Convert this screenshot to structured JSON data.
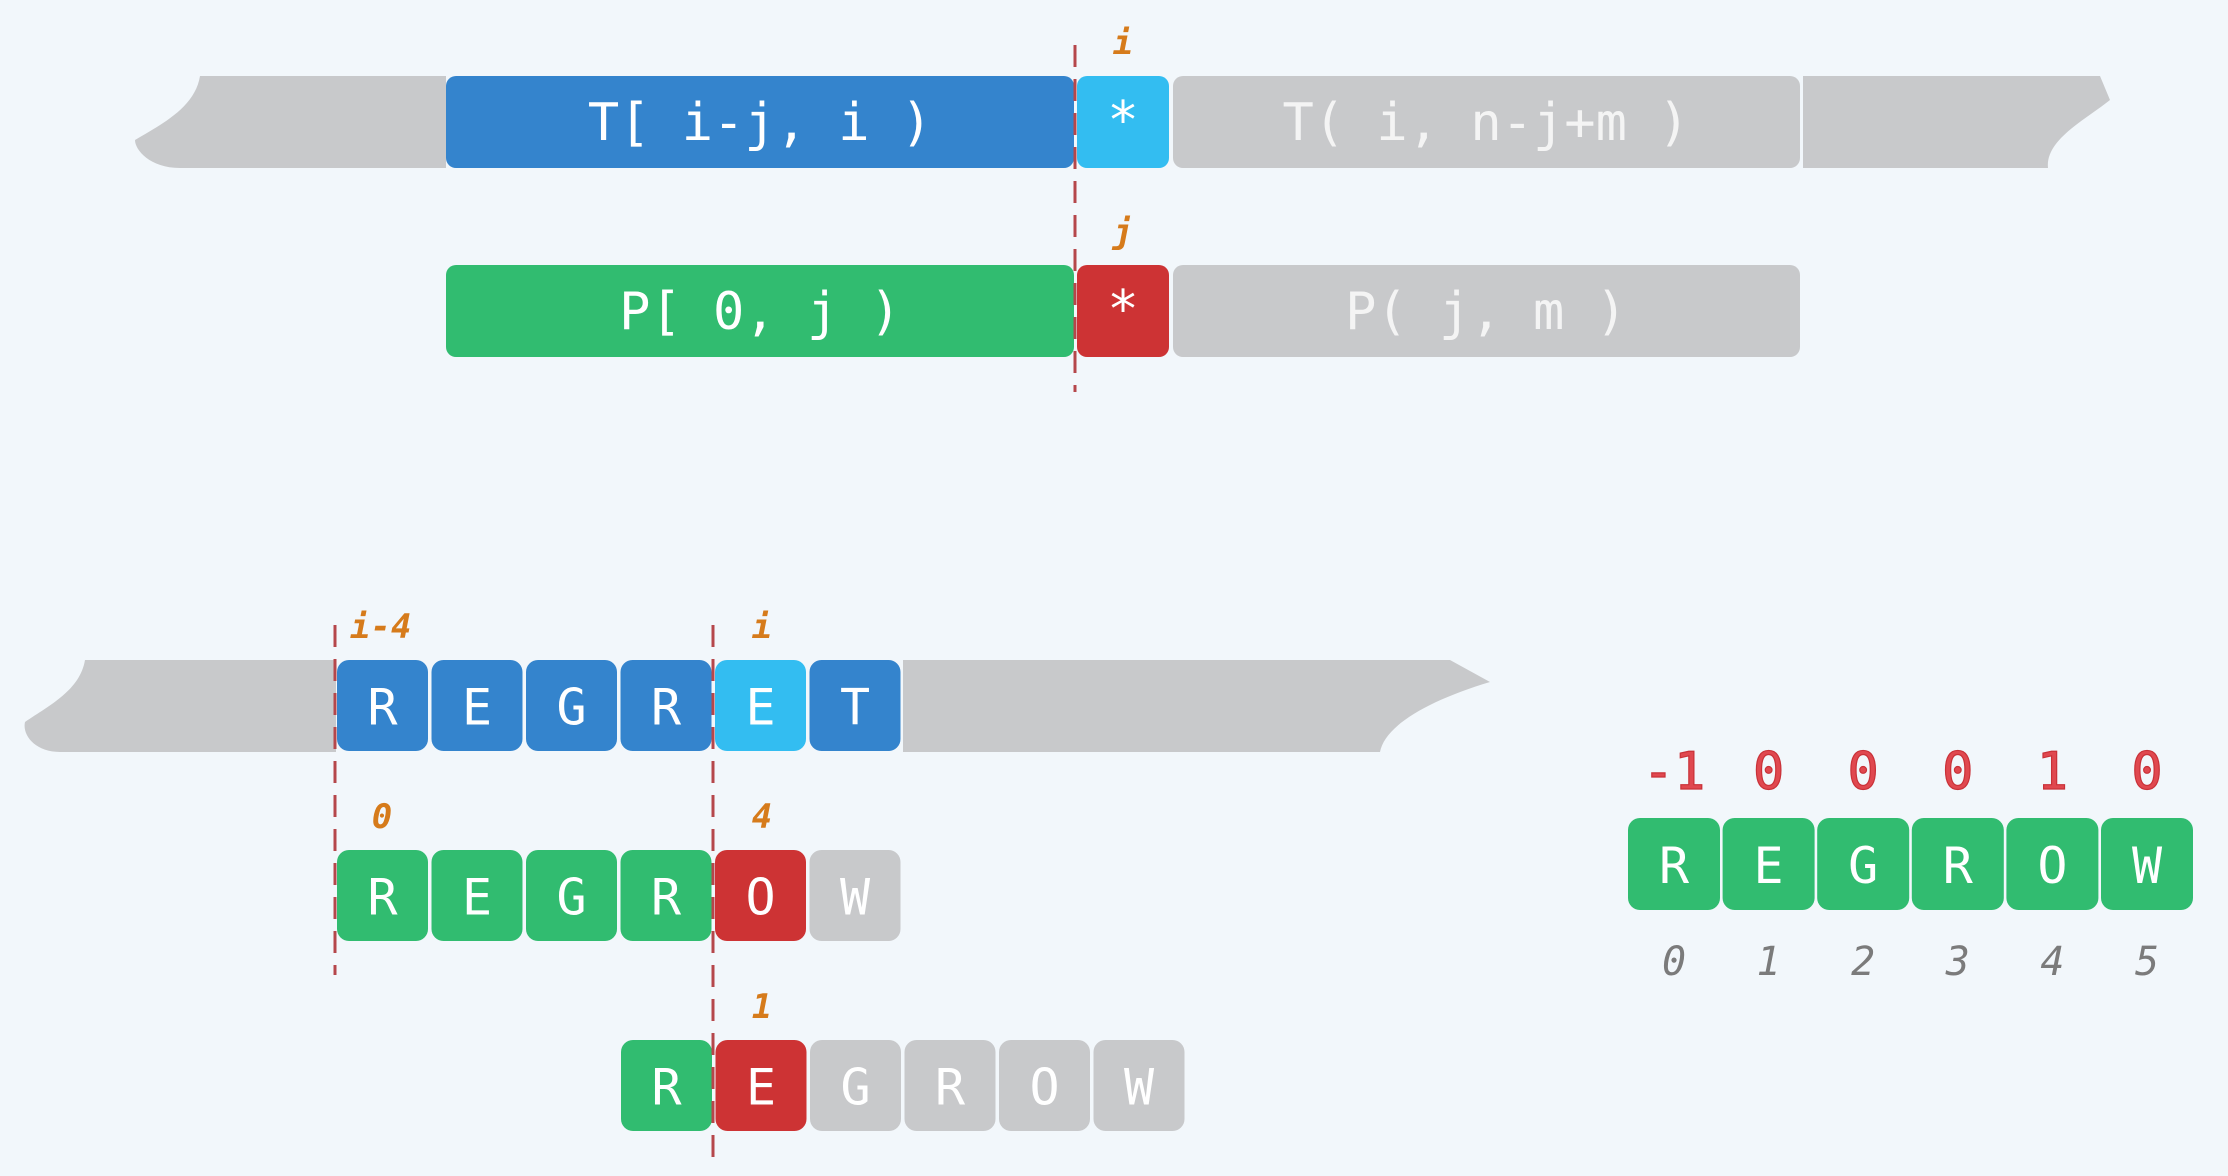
{
  "colors": {
    "blue": "#3484cd",
    "cyan": "#33bdf1",
    "green": "#31bc70",
    "red": "#cd3334",
    "gray": "#c8c9cb",
    "marker": "#d67b1b",
    "dash": "#b5474b",
    "next_values": "#e0484f"
  },
  "general": {
    "text_row": {
      "marker": "i",
      "matched_label": "T[ i-j, i )",
      "current_char": "*",
      "rest_label": "T( i, n-j+m )"
    },
    "pattern_row": {
      "marker": "j",
      "matched_label": "P[ 0, j )",
      "current_char": "*",
      "rest_label": "P( j, m )"
    }
  },
  "example": {
    "text_row": {
      "markers": [
        "i-4",
        "i"
      ],
      "cells": [
        {
          "char": "R",
          "state": "matched"
        },
        {
          "char": "E",
          "state": "matched"
        },
        {
          "char": "G",
          "state": "matched"
        },
        {
          "char": "R",
          "state": "matched"
        },
        {
          "char": "E",
          "state": "current"
        },
        {
          "char": "T",
          "state": "matched"
        }
      ]
    },
    "pattern_row_1": {
      "markers": [
        "0",
        "4"
      ],
      "cells": [
        {
          "char": "R",
          "state": "matched"
        },
        {
          "char": "E",
          "state": "matched"
        },
        {
          "char": "G",
          "state": "matched"
        },
        {
          "char": "R",
          "state": "matched"
        },
        {
          "char": "O",
          "state": "mismatch"
        },
        {
          "char": "W",
          "state": "pending"
        }
      ]
    },
    "pattern_row_2": {
      "markers": [
        "1"
      ],
      "cells": [
        {
          "char": "R",
          "state": "matched"
        },
        {
          "char": "E",
          "state": "mismatch"
        },
        {
          "char": "G",
          "state": "pending"
        },
        {
          "char": "R",
          "state": "pending"
        },
        {
          "char": "O",
          "state": "pending"
        },
        {
          "char": "W",
          "state": "pending"
        }
      ]
    }
  },
  "next_table": {
    "values": [
      "-1",
      "0",
      "0",
      "0",
      "1",
      "0"
    ],
    "chars": [
      "R",
      "E",
      "G",
      "R",
      "O",
      "W"
    ],
    "indices": [
      "0",
      "1",
      "2",
      "3",
      "4",
      "5"
    ]
  }
}
